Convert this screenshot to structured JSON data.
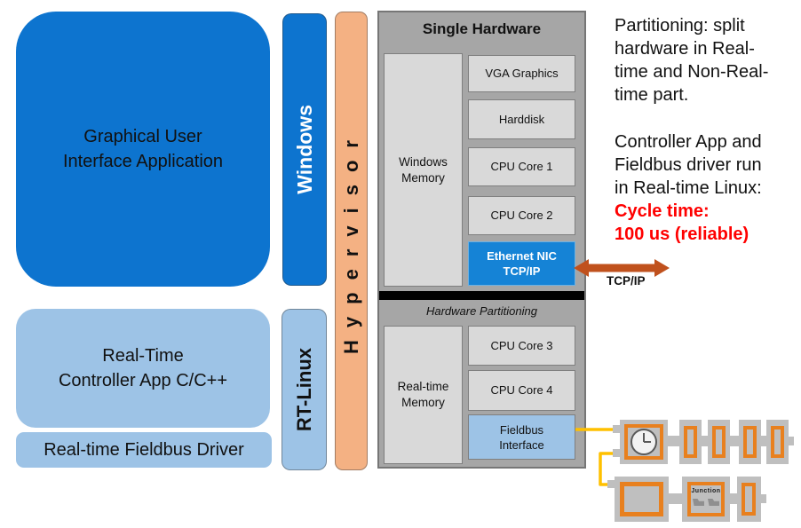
{
  "left_column": {
    "gui_app_lines": [
      "Graphical User",
      "Interface Application"
    ],
    "controller_app_lines": [
      "Real-Time",
      "Controller App C/C++"
    ],
    "fieldbus_driver_label": "Real-time Fieldbus Driver"
  },
  "os_bars": {
    "windows_label": "Windows",
    "rt_linux_label": "RT-Linux",
    "hypervisor_label": "Hypervisor"
  },
  "hardware": {
    "title": "Single Hardware",
    "windows_memory_lines": [
      "Windows",
      "Memory"
    ],
    "top_cells": [
      "VGA Graphics",
      "Harddisk",
      "CPU Core 1",
      "CPU Core 2"
    ],
    "ethernet_nic_lines": [
      "Ethernet NIC",
      "TCP/IP"
    ],
    "partition_label": "Hardware Partitioning",
    "realtime_memory_lines": [
      "Real-time",
      "Memory"
    ],
    "bottom_cells": [
      "CPU Core 3",
      "CPU Core 4"
    ],
    "fieldbus_interface_lines": [
      "Fieldbus",
      "Interface"
    ]
  },
  "annotation": {
    "para1_lines": [
      "Partitioning: split",
      "hardware in Real-",
      "time and Non-Real-",
      "time part."
    ],
    "para2_lines": [
      "Controller App and",
      "Fieldbus driver run",
      "in Real-time Linux:"
    ],
    "cycle_time_lines": [
      "Cycle time:",
      "100 us (reliable)"
    ]
  },
  "connections": {
    "tcpip_label": "TCP/IP"
  },
  "fieldbus_devices": {
    "junction_label": "Junction"
  },
  "colors": {
    "app_blue": "#0d74cf",
    "light_blue": "#9dc3e6",
    "hypervisor_salmon": "#f4b183",
    "hardware_gray": "#a6a6a6",
    "cell_gray": "#d9d9d9",
    "nic_blue": "#1583d6",
    "module_gray": "#bfbfbf",
    "module_orange": "#e8801e",
    "wire_yellow": "#ffc000",
    "arrow_orange": "#c0511d",
    "cycle_red": "#ff0000"
  }
}
